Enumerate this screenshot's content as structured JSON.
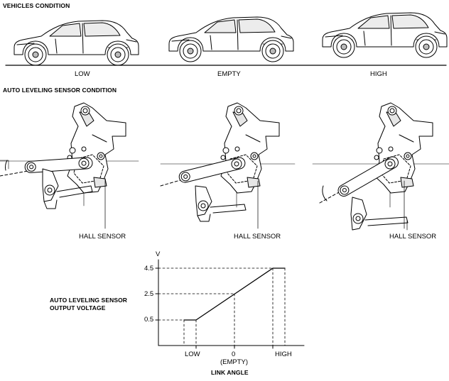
{
  "vehicles": {
    "heading": "VEHICLES CONDITION",
    "conditions": [
      {
        "label": "LOW"
      },
      {
        "label": "EMPTY"
      },
      {
        "label": "HIGH"
      }
    ]
  },
  "sensor": {
    "heading": "AUTO LEVELING SENSOR CONDITION",
    "callouts": [
      "HALL SENSOR",
      "HALL SENSOR",
      "HALL SENSOR"
    ]
  },
  "graph": {
    "y_unit": "V",
    "y_label_line1": "AUTO LEVELING SENSOR",
    "y_label_line2": "OUTPUT VOLTAGE",
    "x_title": "LINK ANGLE",
    "y_ticks": [
      "4.5",
      "2.5",
      "0.5"
    ],
    "x_ticks": {
      "low": "LOW",
      "zero": "0",
      "zero_note": "(EMPTY)",
      "high": "HIGH"
    }
  },
  "chart_data": {
    "type": "line",
    "x_categories": [
      "LOW",
      "0",
      "HIGH"
    ],
    "y_ticks": [
      0.5,
      2.5,
      4.5
    ],
    "series": [
      {
        "points": [
          [
            "LOW",
            0.5
          ],
          [
            "0",
            2.5
          ],
          [
            "HIGH",
            4.5
          ]
        ]
      }
    ],
    "xlabel": "LINK ANGLE",
    "ylabel": "AUTO LEVELING SENSOR OUTPUT VOLTAGE",
    "y_unit": "V"
  },
  "colors": {
    "ink": "#000000",
    "paper": "#ffffff",
    "shade": "#e6e6e6"
  }
}
